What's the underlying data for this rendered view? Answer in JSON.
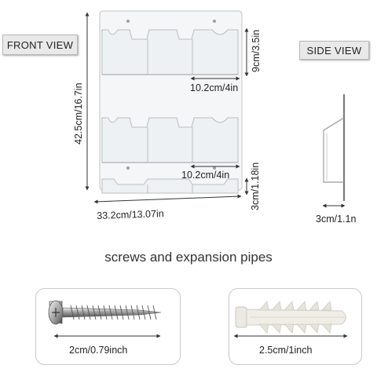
{
  "labels": {
    "front_view": "FRONT VIEW",
    "side_view": "SIDE VIEW"
  },
  "dimensions": {
    "height_total": "42.5cm/16.7in",
    "pocket_height": "9cm/3.5in",
    "pocket_width_top": "10.2cm/4in",
    "pocket_width_middle": "10.2cm/4in",
    "bottom_pocket_height": "3cm/1.18in",
    "total_width": "33.2cm/13.07in",
    "side_depth": "3cm/1.1n"
  },
  "hardware": {
    "title": "screws and expansion pipes",
    "screw_size": "2cm/0.79inch",
    "anchor_size": "2.5cm/1inch"
  }
}
